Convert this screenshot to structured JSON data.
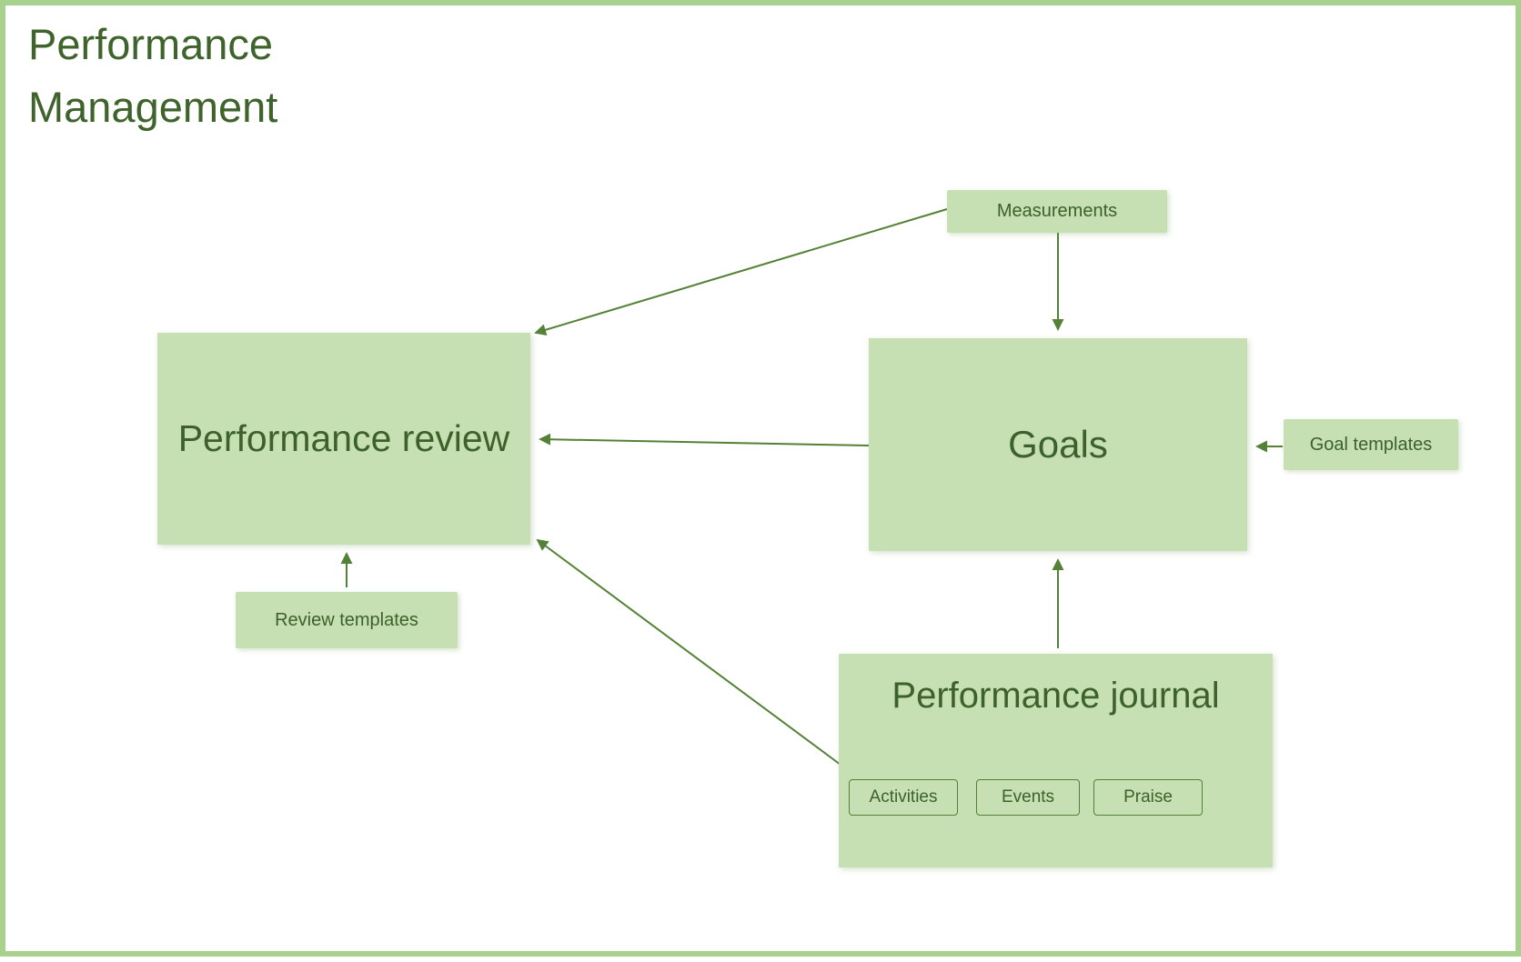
{
  "title": "Performance Management",
  "colors": {
    "node_fill": "#c6e0b4",
    "node_text": "#3d612a",
    "title_text": "#3e632b",
    "arrow": "#538135",
    "page_border": "#a9d18e",
    "tag_border": "#538135"
  },
  "nodes": {
    "measurements": {
      "label": "Measurements"
    },
    "performance_review": {
      "label": "Performance review"
    },
    "goals": {
      "label": "Goals"
    },
    "goal_templates": {
      "label": "Goal templates"
    },
    "review_templates": {
      "label": "Review templates"
    },
    "performance_journal": {
      "label": "Performance journal",
      "tags": [
        "Activities",
        "Events",
        "Praise"
      ]
    }
  },
  "edges": [
    {
      "from": "Measurements",
      "to": "Performance review"
    },
    {
      "from": "Measurements",
      "to": "Goals"
    },
    {
      "from": "Goal templates",
      "to": "Goals"
    },
    {
      "from": "Goals",
      "to": "Performance review"
    },
    {
      "from": "Review templates",
      "to": "Performance review"
    },
    {
      "from": "Performance journal",
      "to": "Goals"
    },
    {
      "from": "Performance journal",
      "to": "Performance review"
    }
  ]
}
